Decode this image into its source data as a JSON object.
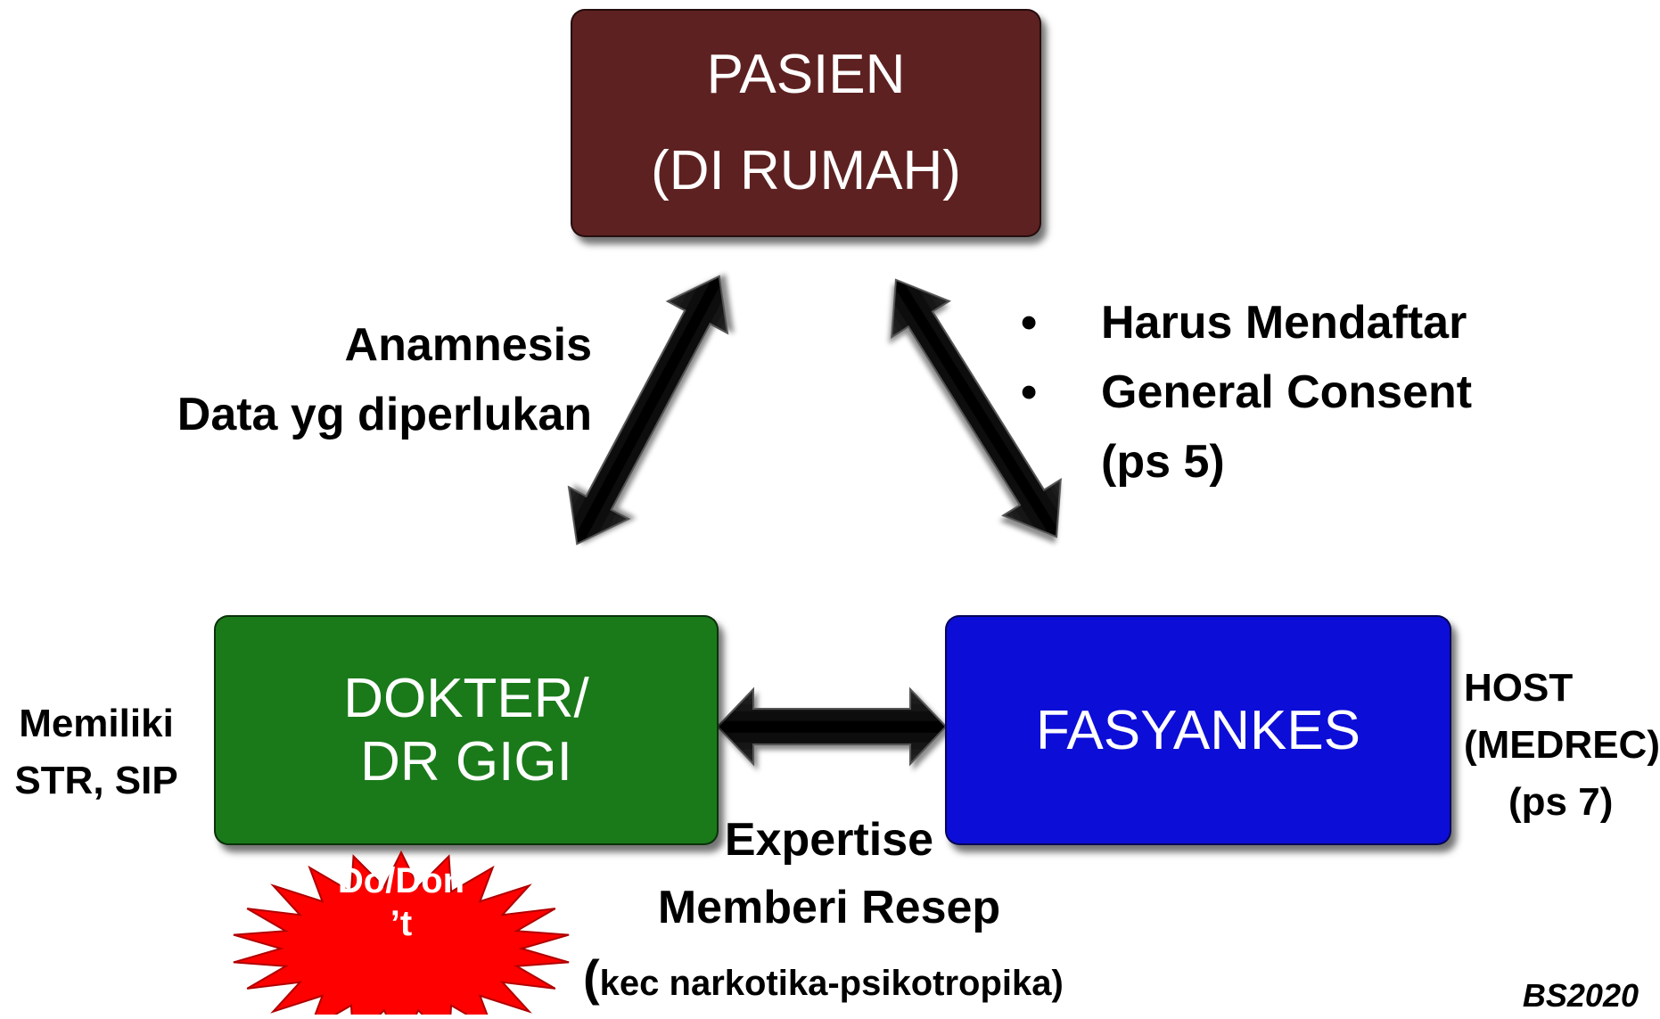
{
  "nodes": {
    "pasien": {
      "line1": "PASIEN",
      "line2": "(DI RUMAH)",
      "color": "#5e2121"
    },
    "dokter": {
      "line1": "DOKTER/",
      "line2": "DR GIGI",
      "color": "#1a7a1a"
    },
    "fasyankes": {
      "label": "FASYANKES",
      "color": "#0d0dd8"
    }
  },
  "labels": {
    "left_edge": [
      "Anamnesis",
      "Data yg diperlukan"
    ],
    "right_edge_bullets": [
      "Harus Mendaftar",
      "General Consent"
    ],
    "right_edge_note": "(ps 5)",
    "dokter_side": [
      "Memiliki",
      "STR, SIP"
    ],
    "fasyankes_side": [
      "HOST",
      "(MEDREC)",
      "(ps 7)"
    ],
    "bottom_edge": {
      "line1": "Expertise",
      "line2": "Memberi Resep",
      "line3_paren": "(",
      "line3_rest": "kec narkotika-psikotropika)"
    },
    "burst": {
      "line1": "Do/Don",
      "line2": "’t",
      "color": "#ff0000"
    },
    "signature": "BS2020"
  },
  "icons": {
    "edges": "double-headed-arrow",
    "burst": "explosion-starburst"
  }
}
